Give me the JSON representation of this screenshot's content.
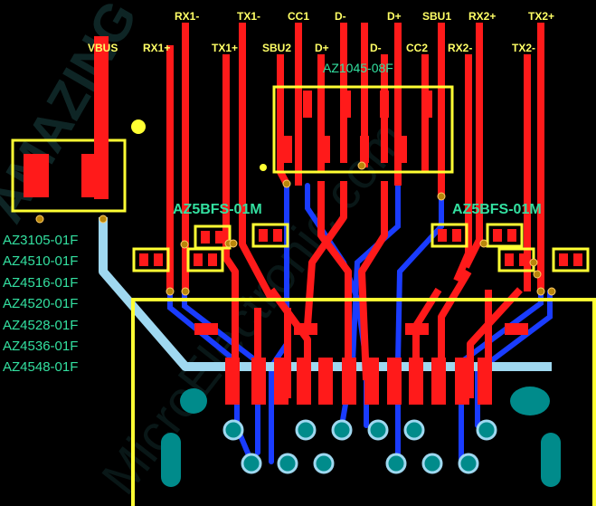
{
  "top_labels": [
    "RX1-",
    "TX1-",
    "CC1",
    "D-",
    "D+",
    "SBU1",
    "RX2+",
    "TX2+"
  ],
  "second_labels": [
    "VBUS",
    "RX1+",
    "TX1+",
    "SBU2",
    "D+",
    "D-",
    "CC2",
    "RX2-",
    "TX2-"
  ],
  "ic_label": "AZ1045-08F",
  "tvs_left": "AZ5BFS-01M",
  "tvs_right": "AZ5BFS-01M",
  "vbus_parts": [
    "AZ3105-01F",
    "AZ4510-01F",
    "AZ4516-01F",
    "AZ4520-01F",
    "AZ4528-01F",
    "AZ4536-01F",
    "AZ4548-01F"
  ],
  "watermark": "AMAZING",
  "watermark2": "MicroElectronic.com",
  "colors": {
    "background": "#000000",
    "top_copper": "#ff1a1a",
    "bottom_copper": "#1a3cff",
    "vbus_trace": "#9fd8f0",
    "silkscreen": "#ffff33",
    "pads": "#008b8b",
    "text_part": "#33e0a0",
    "text_signal": "#ffff66"
  }
}
